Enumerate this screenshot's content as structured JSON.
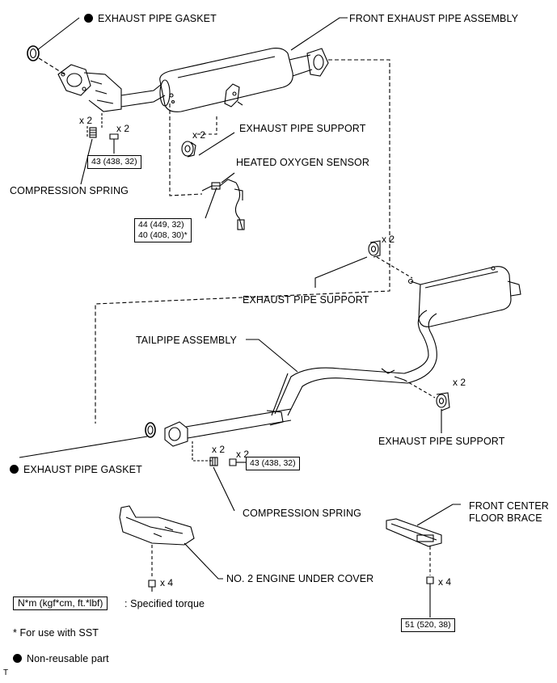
{
  "labels": {
    "gasket_top": "EXHAUST PIPE GASKET",
    "front_assembly": "FRONT EXHAUST PIPE ASSEMBLY",
    "support_1": "EXHAUST PIPE SUPPORT",
    "oxygen_sensor": "HEATED OXYGEN SENSOR",
    "spring_top": "COMPRESSION SPRING",
    "support_2": "EXHAUST PIPE SUPPORT",
    "tailpipe": "TAILPIPE ASSEMBLY",
    "support_3": "EXHAUST PIPE SUPPORT",
    "gasket_bottom": "EXHAUST PIPE GASKET",
    "spring_bottom": "COMPRESSION SPRING",
    "brace_line1": "FRONT CENTER",
    "brace_line2": "FLOOR BRACE",
    "under_cover": "NO. 2 ENGINE UNDER COVER"
  },
  "quantities": {
    "spring_top": "x 2",
    "bolt_top": "x 2",
    "support_1": "x 2",
    "support_2": "x 2",
    "support_3": "x 2",
    "spring_bottom": "x 2",
    "bolt_bottom": "x 2",
    "cover_bolts": "x 4",
    "brace_bolts": "x 4"
  },
  "torques": {
    "bolt_top": "43 (438, 32)",
    "sensor_line1": "44 (449, 32)",
    "sensor_line2": "40 (408, 30)*",
    "bolt_bottom": "43 (438, 32)",
    "brace_bolts": "51 (520, 38)"
  },
  "legend": {
    "torque_format": "N*m (kgf*cm, ft.*lbf)",
    "torque_desc": ": Specified torque",
    "sst_note": "* For use with SST",
    "nonreusable": "Non-reusable part"
  },
  "corner_mark": "T"
}
